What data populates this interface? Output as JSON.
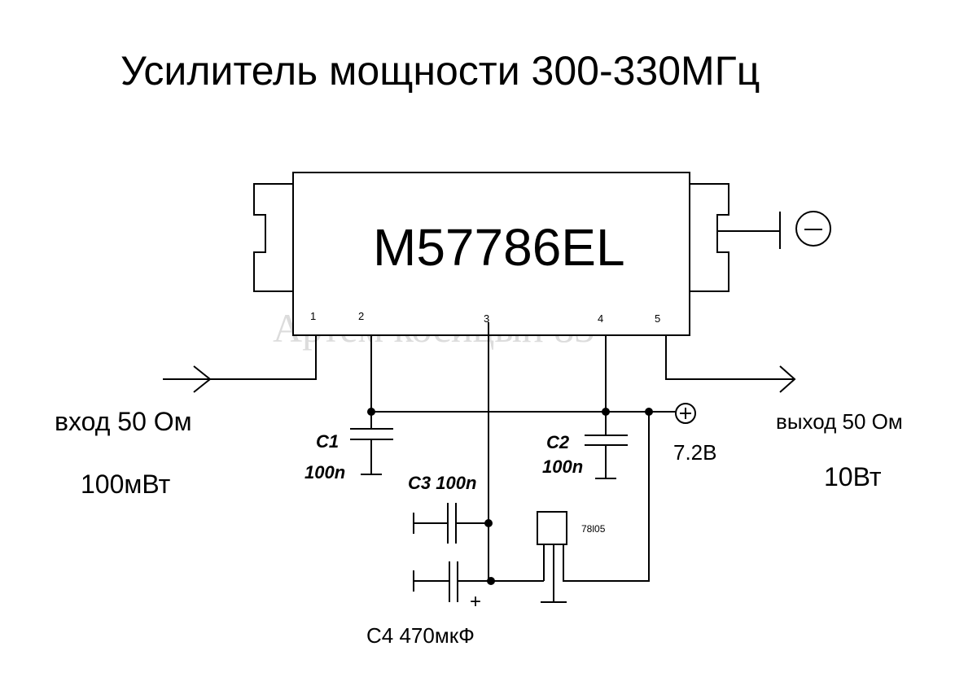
{
  "title": "Усилитель мощности 300-330МГц",
  "chip": {
    "label": "M57786EL",
    "pins": [
      "1",
      "2",
      "3",
      "4",
      "5"
    ]
  },
  "watermark": "Артем косицын 83",
  "input": {
    "label": "вход 50 Ом",
    "power": "100мВт"
  },
  "output": {
    "label": "выход 50 Ом",
    "power": "10Вт"
  },
  "supply": {
    "voltage": "7.2В",
    "plus_sign": "+",
    "minus_sign": "−"
  },
  "components": {
    "c1": {
      "name": "C1",
      "value": "100n"
    },
    "c2": {
      "name": "C2",
      "value": "100n"
    },
    "c3": {
      "label": "C3 100n"
    },
    "c4": {
      "label": "C4 470мкФ",
      "polarity": "+"
    },
    "regulator": {
      "label": "78l05"
    }
  }
}
